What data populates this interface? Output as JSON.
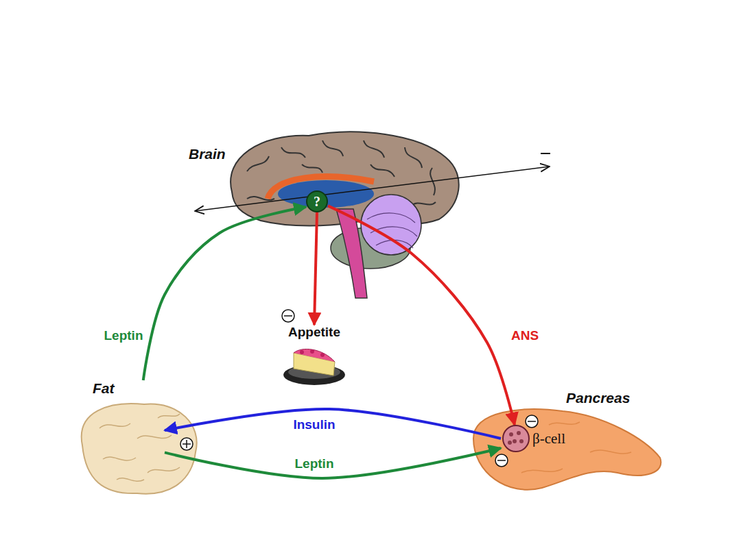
{
  "diagram": {
    "nodes": [
      {
        "text": [
          "Brain"
        ]
      },
      {
        "text": [
          "?"
        ],
        "in": 0
      },
      {
        "text": [
          "Appetite"
        ]
      },
      {
        "text": [
          "Fat"
        ]
      },
      {
        "text": [
          "Pancreas"
        ]
      },
      {
        "text": [
          "β-cell"
        ],
        "in": 4
      }
    ],
    "edges": [
      {
        "from": 3,
        "to": 1,
        "label": "Leptin",
        "arrow": "to"
      },
      {
        "from": 1,
        "to": 2,
        "arrow": "to"
      },
      {
        "from": 1,
        "to": 5,
        "label": "ANS",
        "arrow": "to"
      },
      {
        "from": 5,
        "to": 3,
        "label": "Insulin",
        "arrow": "to"
      },
      {
        "from": 3,
        "to": 5,
        "label": "Leptin",
        "arrow": "to"
      }
    ]
  }
}
